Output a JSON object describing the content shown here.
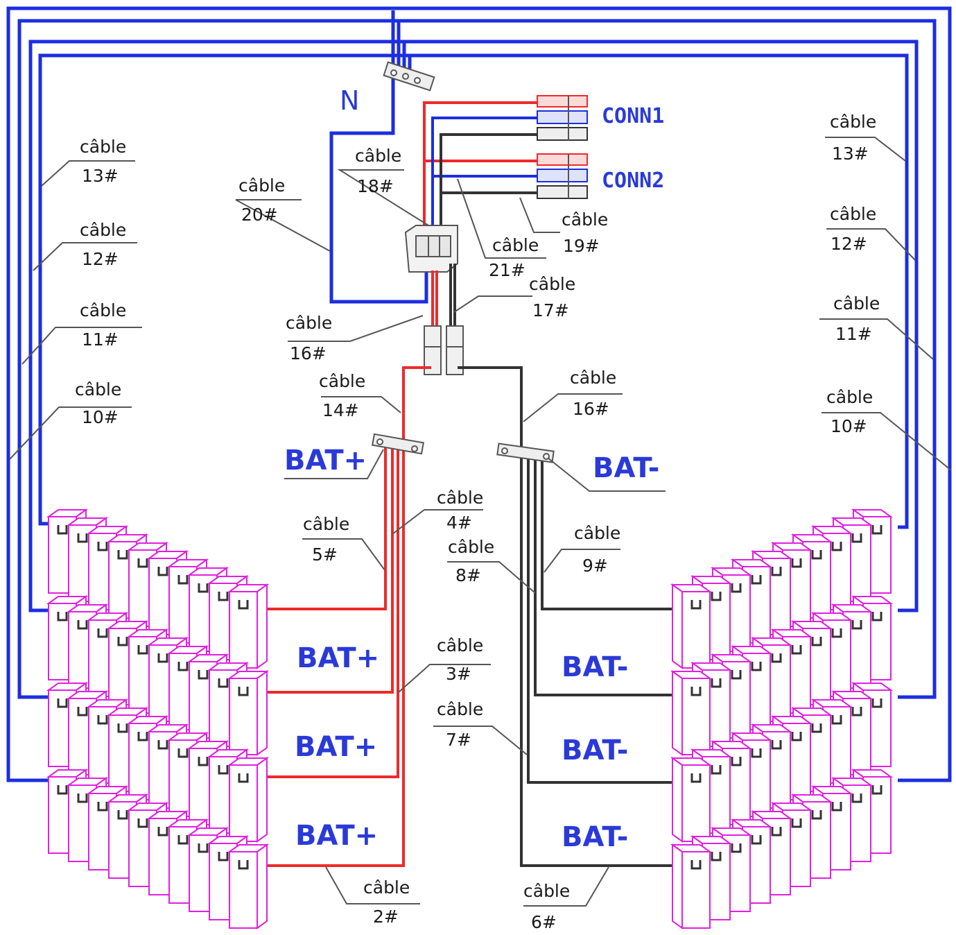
{
  "colors": {
    "neutral_blue": "#1c2ee0",
    "positive_red": "#ee2a2a",
    "negative_black": "#333333",
    "battery_magenta": "#e020e0",
    "label_blue": "#2a3ad8"
  },
  "labels": {
    "neutral": "N",
    "conn1": "CONN1",
    "conn2": "CONN2",
    "bat_plus": "BAT+",
    "bat_minus": "BAT-",
    "bat_plus_top": "BAT+",
    "bat_minus_top": "BAT-"
  },
  "cables": [
    {
      "id": "c13l",
      "word": "câble",
      "num": "13#"
    },
    {
      "id": "c12l",
      "word": "câble",
      "num": "12#"
    },
    {
      "id": "c11l",
      "word": "câble",
      "num": "11#"
    },
    {
      "id": "c10l",
      "word": "câble",
      "num": "10#"
    },
    {
      "id": "c20",
      "word": "câble",
      "num": "20#"
    },
    {
      "id": "c18",
      "word": "câble",
      "num": "18#"
    },
    {
      "id": "c19",
      "word": "câble",
      "num": "19#"
    },
    {
      "id": "c21",
      "word": "câble",
      "num": "21#"
    },
    {
      "id": "c17",
      "word": "câble",
      "num": "17#"
    },
    {
      "id": "c16a",
      "word": "câble",
      "num": "16#"
    },
    {
      "id": "c14",
      "word": "câble",
      "num": "14#"
    },
    {
      "id": "c16b",
      "word": "câble",
      "num": "16#"
    },
    {
      "id": "c13r",
      "word": "câble",
      "num": "13#"
    },
    {
      "id": "c12r",
      "word": "câble",
      "num": "12#"
    },
    {
      "id": "c11r",
      "word": "câble",
      "num": "11#"
    },
    {
      "id": "c10r",
      "word": "câble",
      "num": "10#"
    },
    {
      "id": "c4",
      "word": "câble",
      "num": "4#"
    },
    {
      "id": "c5",
      "word": "câble",
      "num": "5#"
    },
    {
      "id": "c8",
      "word": "câble",
      "num": "8#"
    },
    {
      "id": "c9",
      "word": "câble",
      "num": "9#"
    },
    {
      "id": "c3",
      "word": "câble",
      "num": "3#"
    },
    {
      "id": "c7",
      "word": "câble",
      "num": "7#"
    },
    {
      "id": "c2",
      "word": "câble",
      "num": "2#"
    },
    {
      "id": "c6",
      "word": "câble",
      "num": "6#"
    }
  ]
}
